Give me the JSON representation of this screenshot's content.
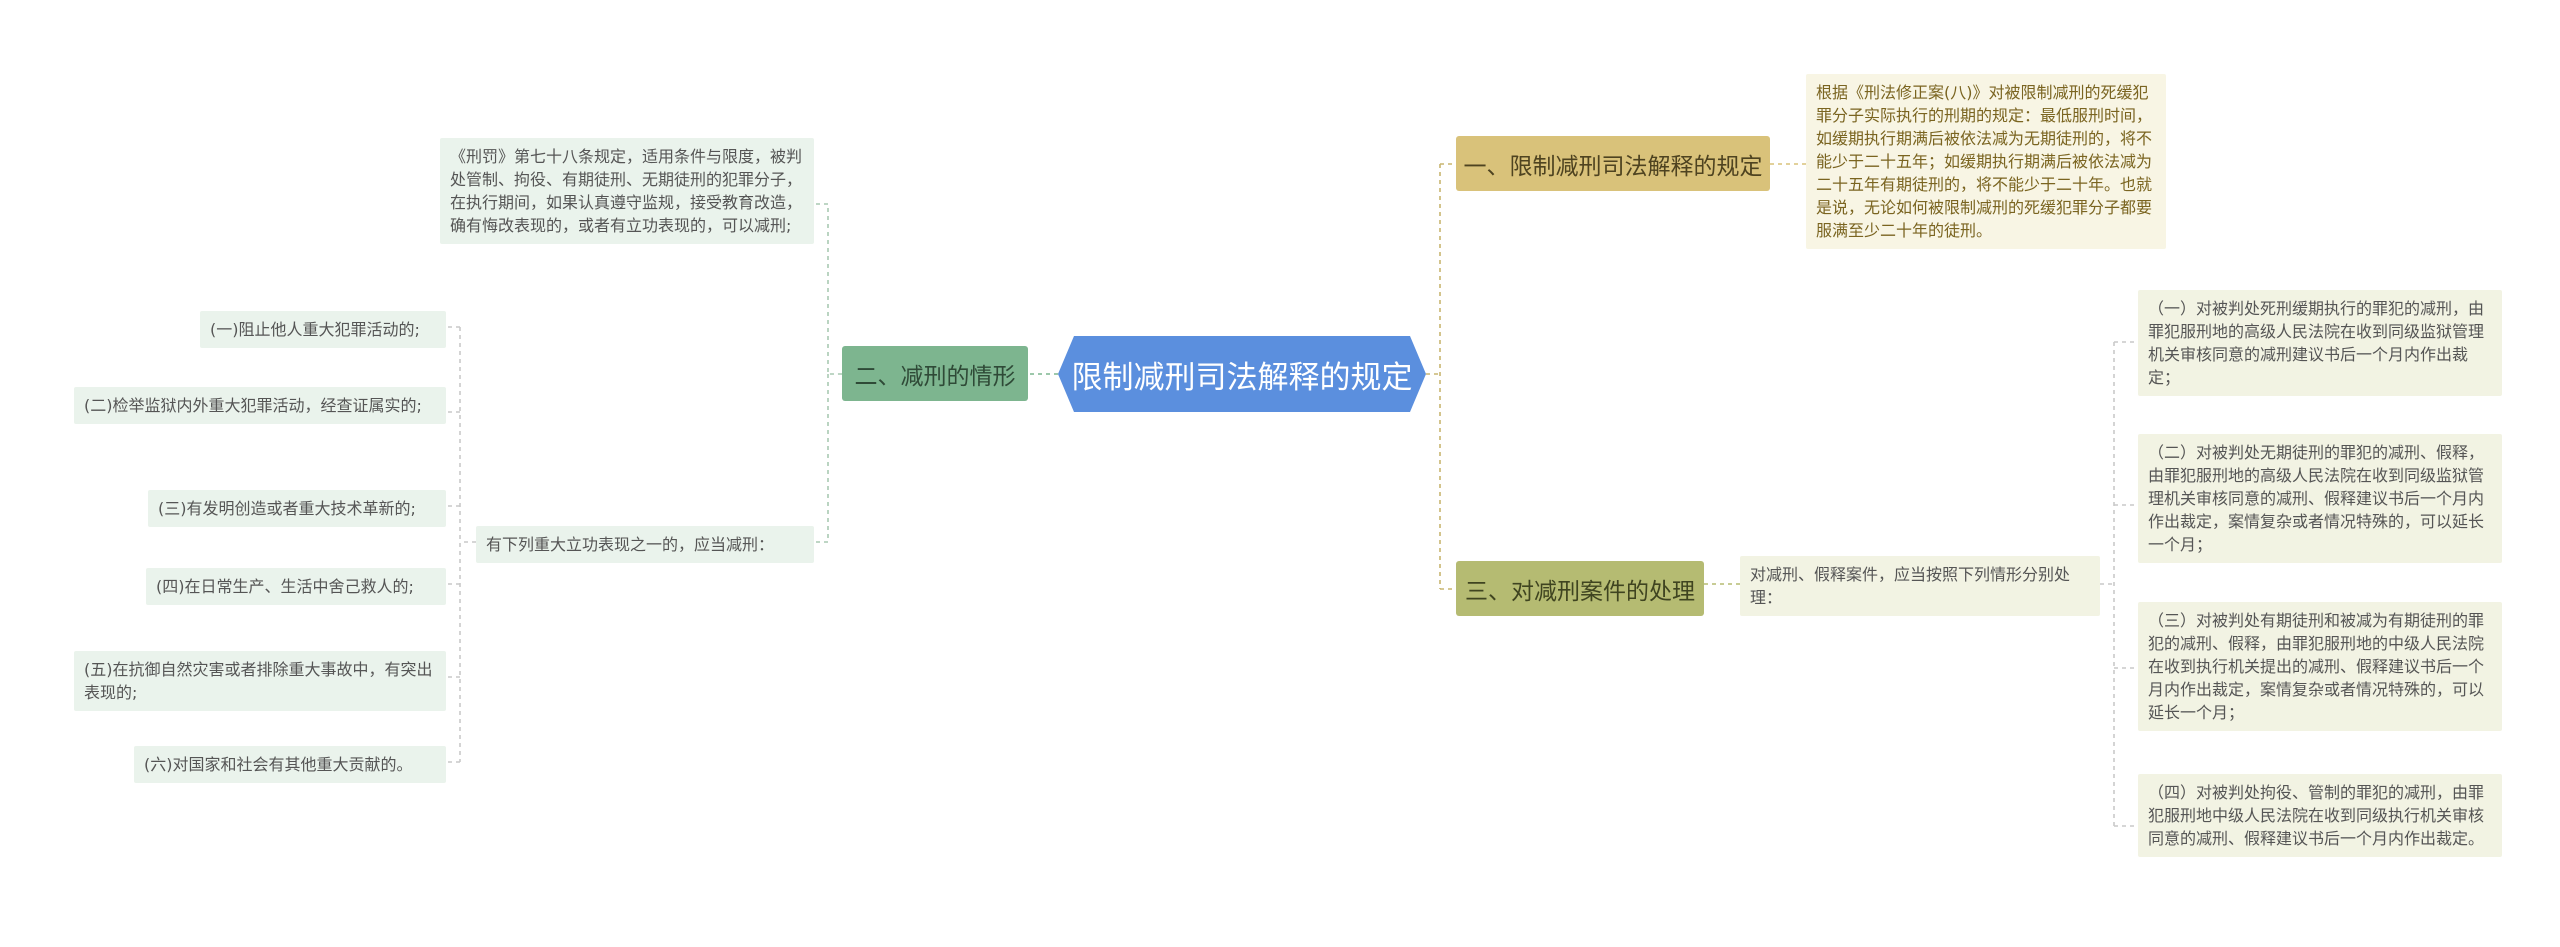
{
  "root": {
    "label": "限制减刑司法解释的规定"
  },
  "left": {
    "branch": "二、减刑的情形",
    "law_text": "《刑罚》第七十八条规定，适用条件与限度，被判处管制、拘役、有期徒刑、无期徒刑的犯罪分子，在执行期间，如果认真遵守监规，接受教育改造，确有悔改表现的，或者有立功表现的，可以减刑;",
    "sub": "有下列重大立功表现之一的，应当减刑：",
    "items": [
      "(一)阻止他人重大犯罪活动的;",
      "(二)检举监狱内外重大犯罪活动，经查证属实的;",
      "(三)有发明创造或者重大技术革新的;",
      "(四)在日常生产、生活中舍己救人的;",
      "(五)在抗御自然灾害或者排除重大事故中，有突出表现的;",
      "(六)对国家和社会有其他重大贡献的。"
    ]
  },
  "right1": {
    "branch": "一、限制减刑司法解释的规定",
    "text": "根据《刑法修正案(八)》对被限制减刑的死缓犯罪分子实际执行的刑期的规定：最低服刑时间，如缓期执行期满后被依法减为无期徒刑的，将不能少于二十五年；如缓期执行期满后被依法减为二十五年有期徒刑的，将不能少于二十年。也就是说，无论如何被限制减刑的死缓犯罪分子都要服满至少二十年的徒刑。"
  },
  "right3": {
    "branch": "三、对减刑案件的处理",
    "sub": "对减刑、假释案件，应当按照下列情形分别处理：",
    "items": [
      "（一）对被判处死刑缓期执行的罪犯的减刑，由罪犯服刑地的高级人民法院在收到同级监狱管理机关审核同意的减刑建议书后一个月内作出裁定；",
      "（二）对被判处无期徒刑的罪犯的减刑、假释，由罪犯服刑地的高级人民法院在收到同级监狱管理机关审核同意的减刑、假释建议书后一个月内作出裁定，案情复杂或者情况特殊的，可以延长一个月；",
      "（三）对被判处有期徒刑和被减为有期徒刑的罪犯的减刑、假释，由罪犯服刑地的中级人民法院在收到执行机关提出的减刑、假释建议书后一个月内作出裁定，案情复杂或者情况特殊的，可以延长一个月；",
      "（四）对被判处拘役、管制的罪犯的减刑，由罪犯服刑地中级人民法院在收到同级执行机关审核同意的减刑、假释建议书后一个月内作出裁定。"
    ]
  },
  "colors": {
    "root": "#5b8fde",
    "branch_left": "#7db58f",
    "branch_right1": "#d9c27a",
    "branch_right3": "#b5bb72"
  }
}
